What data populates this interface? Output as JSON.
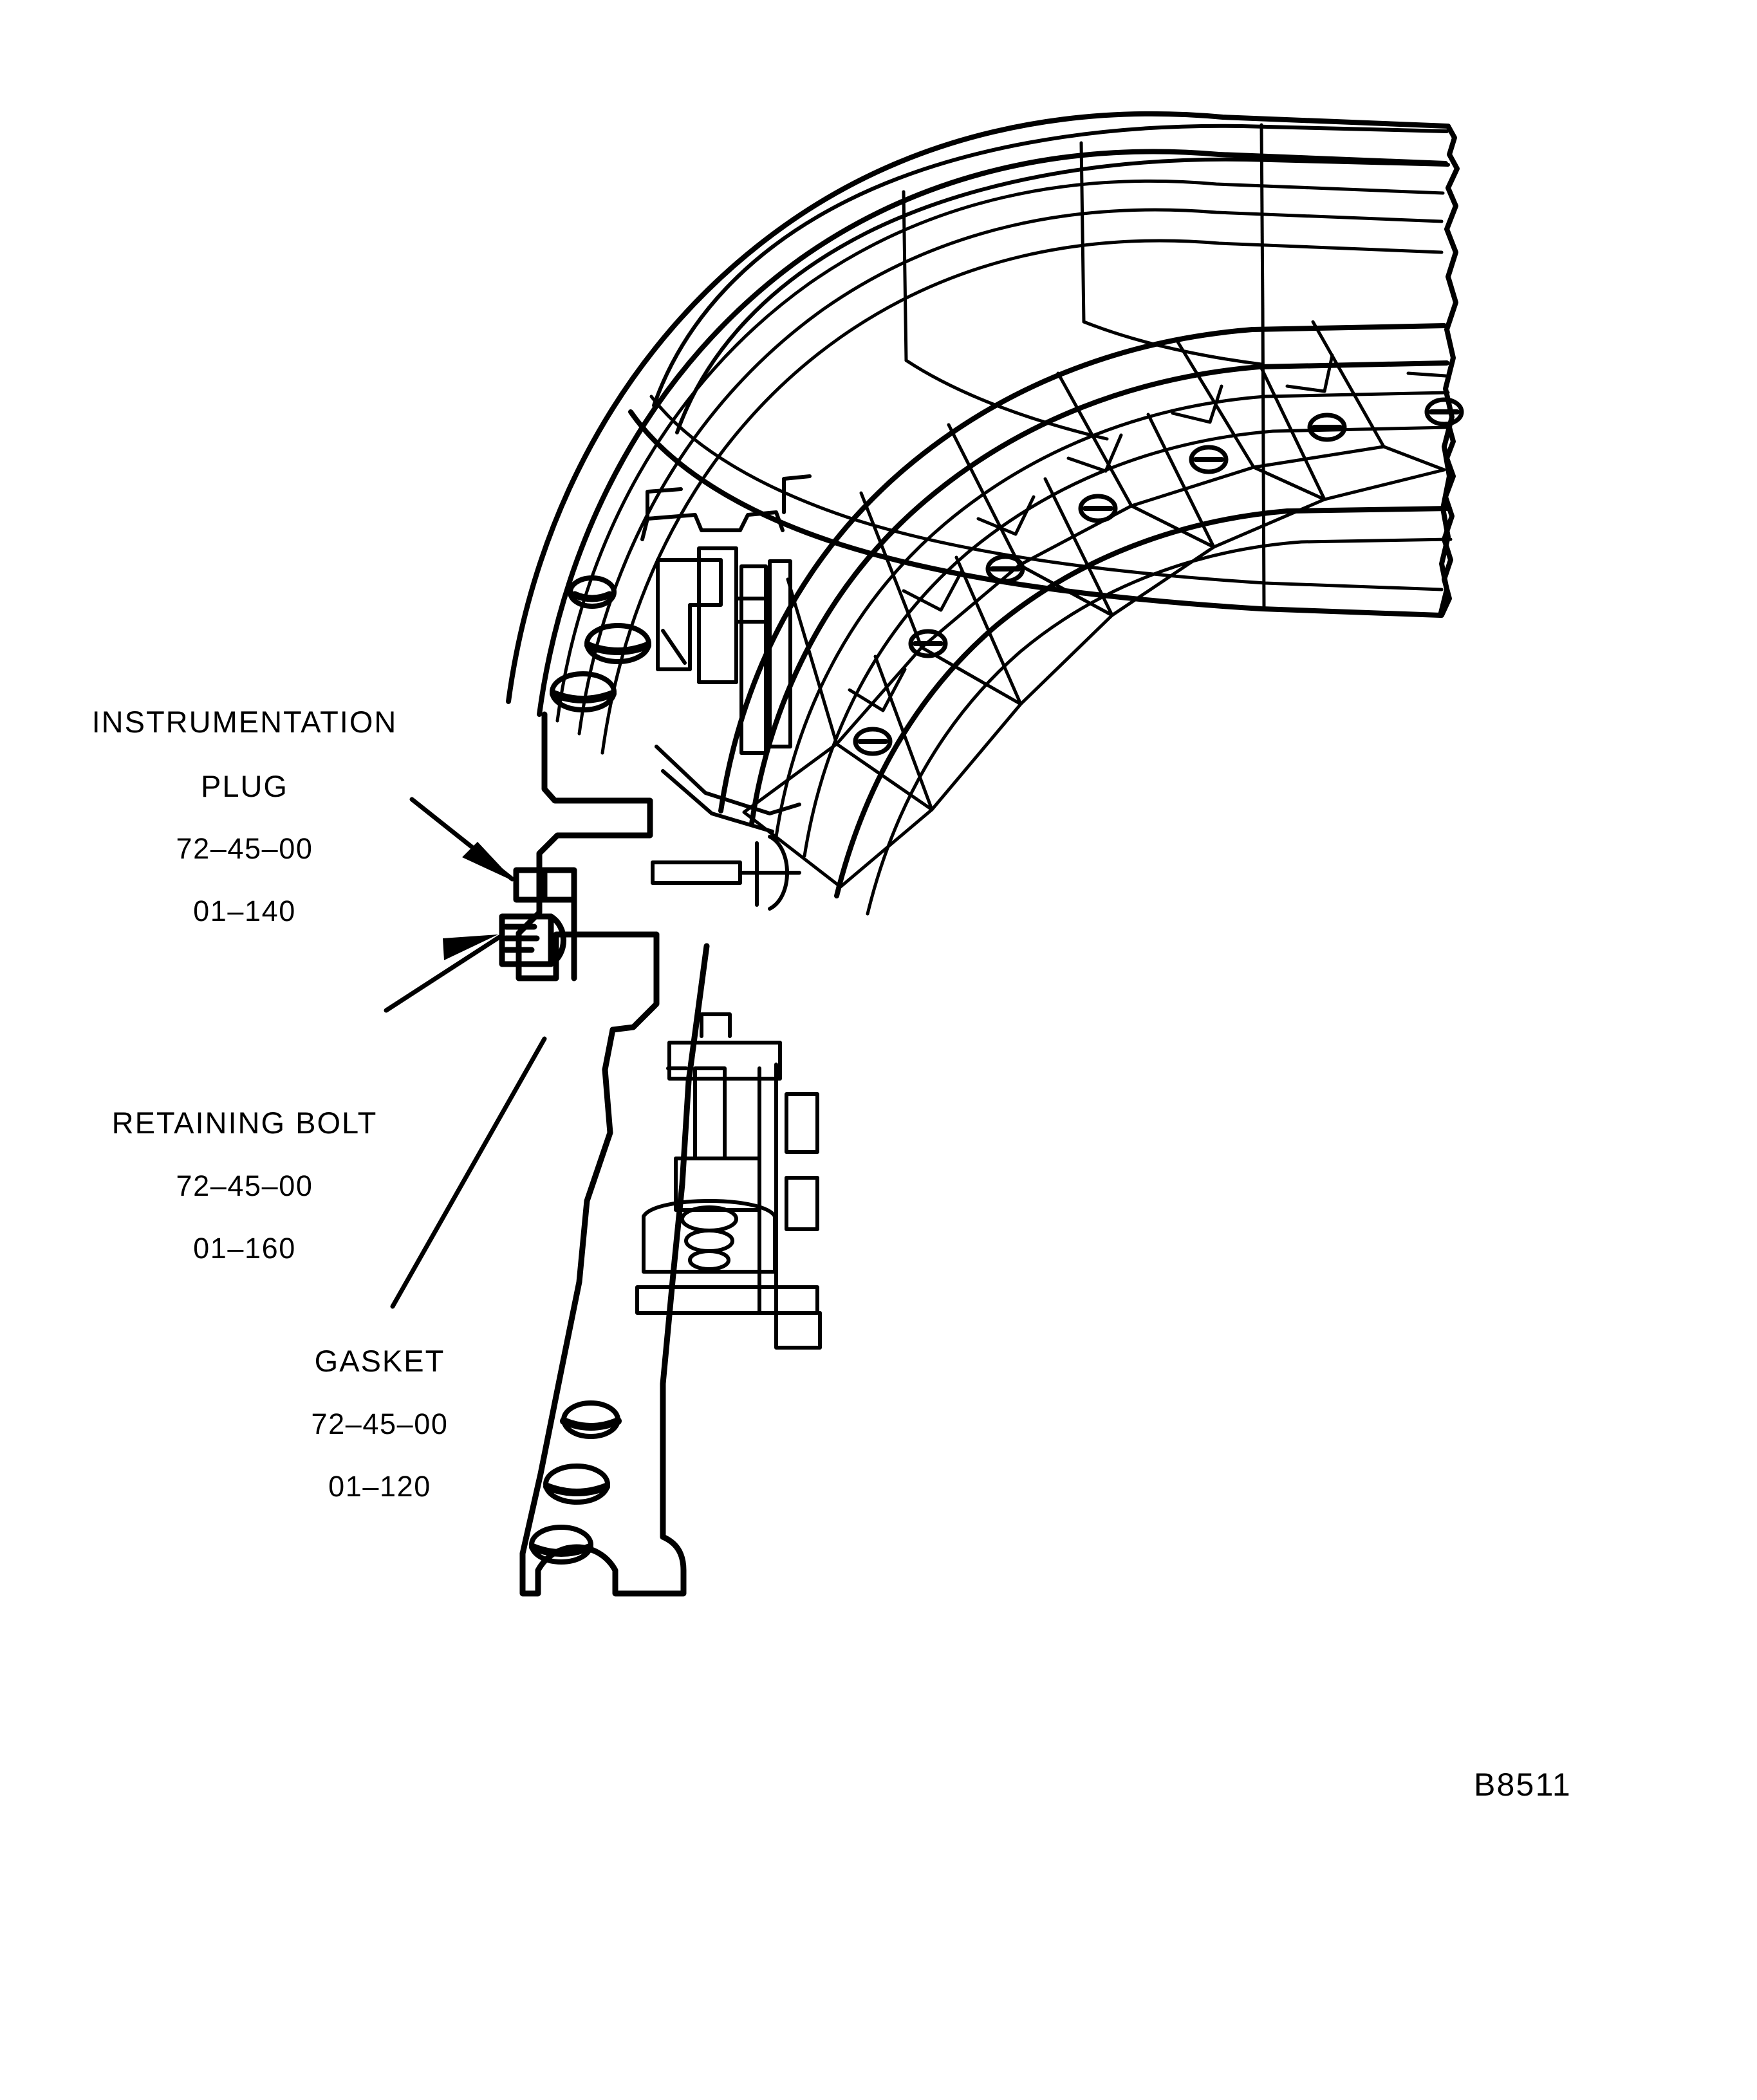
{
  "figure": {
    "id_label": "B8511",
    "kind": "exploded-sectional-assembly-drawing",
    "subject": "turbine nozzle / diffuser casing assembly"
  },
  "callouts": [
    {
      "key": "instrumentation_plug",
      "name_line_1": "INSTRUMENTATION",
      "name_line_2": "PLUG",
      "part_number_line_1": "72–45–00",
      "part_number_line_2": "01–140",
      "leader": "arrow"
    },
    {
      "key": "retaining_bolt",
      "name_line_1": "RETAINING BOLT",
      "name_line_2": "",
      "part_number_line_1": "72–45–00",
      "part_number_line_2": "01–160",
      "leader": "arrow"
    },
    {
      "key": "gasket",
      "name_line_1": "GASKET",
      "name_line_2": "",
      "part_number_line_1": "72–45–00",
      "part_number_line_2": "01–120",
      "leader": "line"
    }
  ],
  "colors": {
    "ink": "#000000",
    "paper": "#ffffff"
  }
}
